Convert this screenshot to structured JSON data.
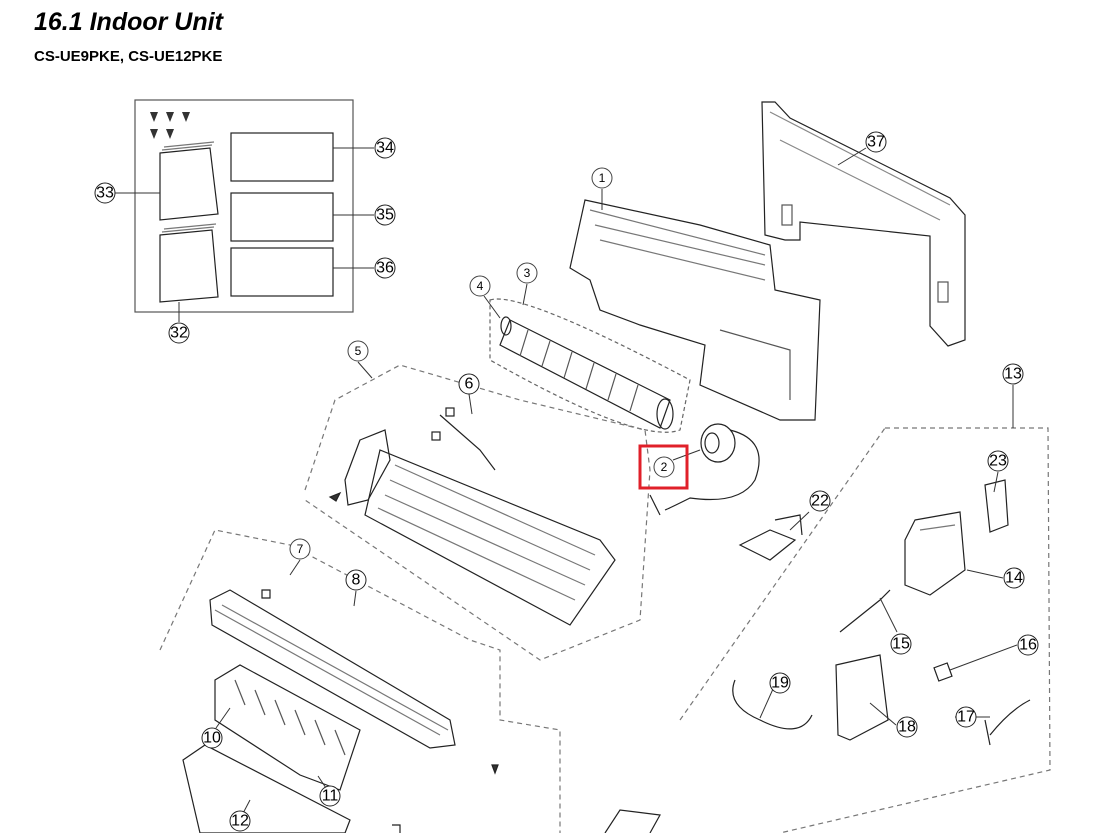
{
  "page": {
    "title": "16.1  Indoor Unit",
    "subtitle": "CS-UE9PKE, CS-UE12PKE"
  },
  "highlight": {
    "color": "#e0202a",
    "target_part": "2"
  },
  "parts": [
    {
      "id": "p1",
      "label": "1"
    },
    {
      "id": "p2",
      "label": "2"
    },
    {
      "id": "p3",
      "label": "3"
    },
    {
      "id": "p4",
      "label": "4"
    },
    {
      "id": "p5",
      "label": "5"
    },
    {
      "id": "p6",
      "label": "6"
    },
    {
      "id": "p7",
      "label": "7"
    },
    {
      "id": "p8",
      "label": "8"
    },
    {
      "id": "p10",
      "label": "10"
    },
    {
      "id": "p11",
      "label": "11"
    },
    {
      "id": "p12",
      "label": "12"
    },
    {
      "id": "p13",
      "label": "13"
    },
    {
      "id": "p14",
      "label": "14"
    },
    {
      "id": "p15",
      "label": "15"
    },
    {
      "id": "p16",
      "label": "16"
    },
    {
      "id": "p17",
      "label": "17"
    },
    {
      "id": "p18",
      "label": "18"
    },
    {
      "id": "p19",
      "label": "19"
    },
    {
      "id": "p22",
      "label": "22"
    },
    {
      "id": "p23",
      "label": "23"
    },
    {
      "id": "p32",
      "label": "32"
    },
    {
      "id": "p33",
      "label": "33"
    },
    {
      "id": "p34",
      "label": "34"
    },
    {
      "id": "p35",
      "label": "35"
    },
    {
      "id": "p36",
      "label": "36"
    },
    {
      "id": "p37",
      "label": "37"
    }
  ]
}
